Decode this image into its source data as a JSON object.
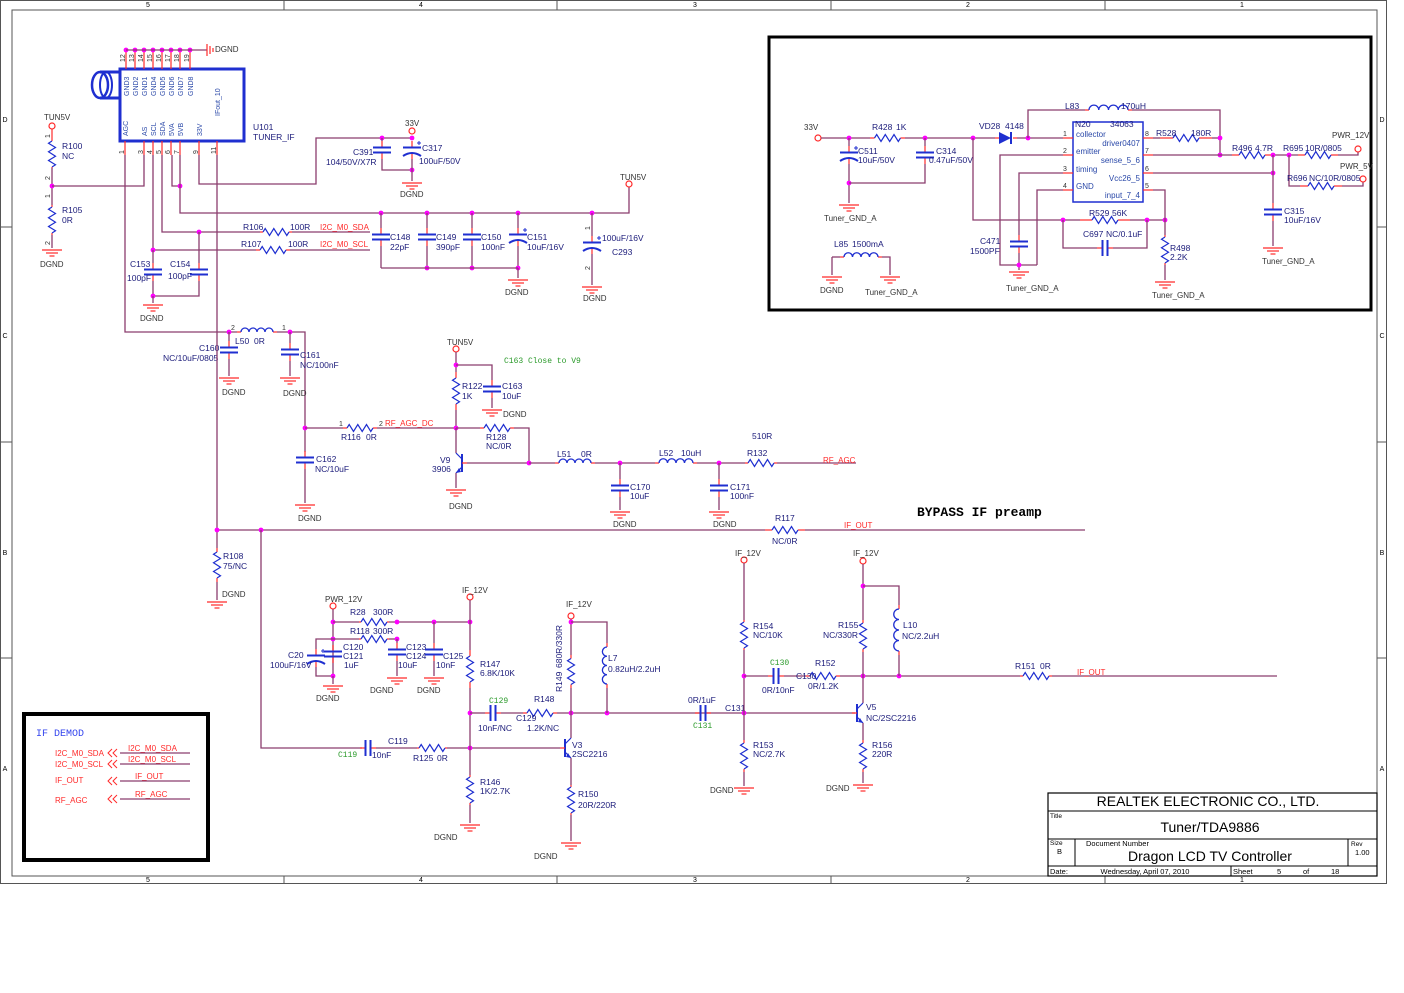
{
  "frame": {
    "columns": [
      "5",
      "4",
      "3",
      "2",
      "1"
    ],
    "rows": [
      "D",
      "C",
      "B",
      "A"
    ]
  },
  "title_block": {
    "company": "REALTEK  ELECTRONIC  CO.,  LTD.",
    "title_label": "Title",
    "title": "Tuner/TDA9886",
    "size_label": "Size",
    "size": "B",
    "docnum_label": "Document Number",
    "docnum": "Dragon LCD TV Controller",
    "rev_label": "Rev",
    "rev": "1.00",
    "date_label": "Date:",
    "date": "Wednesday, April 07, 2010",
    "sheet_label": "Sheet",
    "sheet": "5",
    "of_label": "of",
    "total": "18"
  },
  "notes": {
    "bypass": "BYPASS IF preamp",
    "close_to": "C163   Close to   V9"
  },
  "nets": {
    "tun5v": "TUN5V",
    "v33": "33V",
    "dgnd": "DGND",
    "sda": "I2C_M0_SDA",
    "scl": "I2C_M0_SCL",
    "rf_agc_dc": "RF_AGC_DC",
    "rf_agc": "RF_AGC",
    "if_out": "IF_OUT",
    "if_12v": "IF_12V",
    "pwr_12v": "PWR_12V",
    "pwr_5v": "PWR_5V",
    "tuner_gnd": "Tuner_GND_A"
  },
  "pins": {
    "p1": "1",
    "p2": "2",
    "p3": "3",
    "p4": "4",
    "p5": "5",
    "p6": "6",
    "p7": "7",
    "p8": "8"
  },
  "u101": {
    "ref": "U101",
    "name": "TUNER_IF",
    "top_pins": [
      "GND3",
      "GND2",
      "GND1",
      "GND4",
      "GND5",
      "GND6",
      "GND7",
      "GND8"
    ],
    "top_numbers": [
      "12",
      "13",
      "14",
      "15",
      "16",
      "17",
      "18",
      "19"
    ],
    "bottom_pins": [
      "AGC",
      "AS",
      "SCL",
      "SDA",
      "5VA",
      "5VB",
      "33V",
      "IFout_10"
    ],
    "bottom_numbers": [
      "1",
      "3",
      "4",
      "5",
      "6",
      "7",
      "9",
      "11"
    ]
  },
  "n20": {
    "ref": "N20",
    "part": "34063",
    "left_pins": [
      "collector",
      "emitter",
      "timing",
      "GND"
    ],
    "right_pins": [
      "driver0407",
      "sense_5_6",
      "Vcc26_5",
      "input_7_4"
    ]
  },
  "if_demod": {
    "title": "IF DEMOD",
    "ports": [
      "I2C_M0_SDA",
      "I2C_M0_SCL",
      "IF_OUT",
      "RF_AGC"
    ],
    "nets": [
      "I2C_M0_SDA",
      "I2C_M0_SCL",
      "IF_OUT",
      "RF_AGC"
    ]
  },
  "parts": {
    "R100": {
      "ref": "R100",
      "value": "NC"
    },
    "R105": {
      "ref": "R105",
      "value": "0R"
    },
    "R106": {
      "ref": "R106",
      "value": "100R"
    },
    "R107": {
      "ref": "R107",
      "value": "100R"
    },
    "C153": {
      "ref": "C153",
      "value": "100pF"
    },
    "C154": {
      "ref": "C154",
      "value": "100pF"
    },
    "C148": {
      "ref": "C148",
      "value": "22pF"
    },
    "C149": {
      "ref": "C149",
      "value": "390pF"
    },
    "C150": {
      "ref": "C150",
      "value": "100nF"
    },
    "C151": {
      "ref": "C151",
      "value": "10uF/16V"
    },
    "C293": {
      "ref": "C293",
      "value": "100uF/16V"
    },
    "C391": {
      "ref": "C391",
      "value": "104/50V/X7R"
    },
    "C317": {
      "ref": "C317",
      "value": "100uF/50V"
    },
    "L50": {
      "ref": "L50",
      "value": "0R"
    },
    "C160": {
      "ref": "C160",
      "value": "NC/10uF/0805"
    },
    "C161": {
      "ref": "C161",
      "value": "NC/100nF"
    },
    "R116": {
      "ref": "R116",
      "value": "0R"
    },
    "R122": {
      "ref": "R122",
      "value": "1K"
    },
    "C163": {
      "ref": "C163",
      "value": "10uF"
    },
    "R128": {
      "ref": "R128",
      "value": "NC/0R"
    },
    "V9": {
      "ref": "V9",
      "value": "3906"
    },
    "C162": {
      "ref": "C162",
      "value": "NC/10uF"
    },
    "L51": {
      "ref": "L51",
      "value": "0R"
    },
    "L52": {
      "ref": "L52",
      "value": "10uH"
    },
    "C170": {
      "ref": "C170",
      "value": "10uF"
    },
    "C171": {
      "ref": "C171",
      "value": "100nF"
    },
    "R132": {
      "ref": "R132",
      "value": "510R"
    },
    "R117": {
      "ref": "R117",
      "value": "NC/0R"
    },
    "R108": {
      "ref": "R108",
      "value": "75/NC"
    },
    "R28": {
      "ref": "R28",
      "value": "300R"
    },
    "R118": {
      "ref": "R118",
      "value": "300R"
    },
    "C20": {
      "ref": "C20",
      "value": "100uF/16V"
    },
    "C120": {
      "ref": "C120",
      "value": ""
    },
    "C121": {
      "ref": "C121",
      "value": "1uF"
    },
    "C123": {
      "ref": "C123",
      "value": ""
    },
    "C124": {
      "ref": "C124",
      "value": "10uF"
    },
    "C125": {
      "ref": "C125",
      "value": "10nF"
    },
    "R147": {
      "ref": "R147",
      "value": "6.8K/10K"
    },
    "R149": {
      "ref": "R149",
      "value": "680R/330R"
    },
    "L7": {
      "ref": "L7",
      "value": "0.82uH/2.2uH"
    },
    "C129": {
      "ref": "C129",
      "value": "10nF/NC"
    },
    "R148": {
      "ref": "R148",
      "value": "1.2K/NC"
    },
    "C119": {
      "ref": "C119",
      "value": "10nF"
    },
    "R125": {
      "ref": "R125",
      "value": "0R"
    },
    "V3": {
      "ref": "V3",
      "value": "2SC2216"
    },
    "R146": {
      "ref": "R146",
      "value": "1K/2.7K"
    },
    "R150": {
      "ref": "R150",
      "value": "20R/220R"
    },
    "C131": {
      "ref": "C131",
      "value": "0R/1uF"
    },
    "R154": {
      "ref": "R154",
      "value": "NC/10K"
    },
    "R153": {
      "ref": "R153",
      "value": "NC/2.7K"
    },
    "C130": {
      "ref": "C130",
      "value": "0R/10nF"
    },
    "R152": {
      "ref": "R152",
      "value": "0R/1.2K"
    },
    "R155": {
      "ref": "R155",
      "value": "NC/330R"
    },
    "L10": {
      "ref": "L10",
      "value": "NC/2.2uH"
    },
    "V5": {
      "ref": "V5",
      "value": "NC/2SC2216"
    },
    "R156": {
      "ref": "R156",
      "value": "220R"
    },
    "R151": {
      "ref": "R151",
      "value": "0R"
    },
    "R428": {
      "ref": "R428",
      "value": "1K"
    },
    "C511": {
      "ref": "C511",
      "value": "10uF/50V"
    },
    "C314": {
      "ref": "C314",
      "value": "0.47uF/50V"
    },
    "VD28": {
      "ref": "VD28",
      "value": "4148"
    },
    "L83": {
      "ref": "L83",
      "value": "170uH"
    },
    "R528": {
      "ref": "R528",
      "value": "180R"
    },
    "R496": {
      "ref": "R496",
      "value": "4.7R"
    },
    "R695": {
      "ref": "R695",
      "value": "10R/0805"
    },
    "R696": {
      "ref": "R696",
      "value": "NC/10R/0805"
    },
    "C315": {
      "ref": "C315",
      "value": "10uF/16V"
    },
    "R529": {
      "ref": "R529",
      "value": "56K"
    },
    "C697": {
      "ref": "C697",
      "value": "NC/0.1uF"
    },
    "C471": {
      "ref": "C471",
      "value": "1500PF"
    },
    "R498": {
      "ref": "R498",
      "value": "2.2K"
    },
    "L85": {
      "ref": "L85",
      "value": "1500mA"
    }
  },
  "colors": {
    "wire": "#8b3d6e",
    "component": "#1f2fd0",
    "pin_stub": "#ff2a2a",
    "junction": "#ff00ff",
    "net_label": "#ff2a2a",
    "ref_text": "#1b1b7a",
    "note": "#2a9a2a"
  }
}
